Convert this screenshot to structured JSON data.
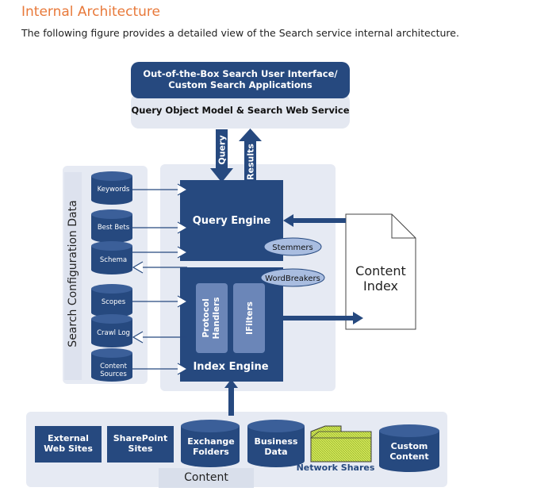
{
  "page": {
    "heading": "Internal Architecture",
    "intro": "The following figure provides a detailed view of the Search service internal architecture."
  },
  "diagram": {
    "ui_line1": "Out-of-the-Box Search User Interface/",
    "ui_line2": "Custom Search Applications",
    "om_label": "Query Object Model & Search Web Service",
    "query_arrow": "Query",
    "results_arrow": "Results",
    "config_title": "Search Configuration Data",
    "config_items": [
      "Keywords",
      "Best Bets",
      "Schema",
      "Scopes",
      "Crawl Log",
      [
        "Content",
        "Sources"
      ]
    ],
    "query_engine": "Query Engine",
    "index_engine": "Index Engine",
    "stemmers": "Stemmers",
    "wordbreakers": "WordBreakers",
    "protocol_handlers": [
      "Protocol",
      "Handlers"
    ],
    "ifilters": "IFilters",
    "content_index": [
      "Content",
      "Index"
    ],
    "content_label": "Content",
    "sources": {
      "external": [
        "External",
        "Web Sites"
      ],
      "sharepoint": [
        "SharePoint",
        "Sites"
      ],
      "exchange": [
        "Exchange",
        "Folders"
      ],
      "business": [
        "Business",
        "Data"
      ],
      "network": "Network Shares",
      "custom": [
        "Custom",
        "Content"
      ]
    }
  },
  "colors": {
    "navy": "#26497f",
    "light_bg": "#e8ecf4",
    "panel_bg": "#dfe4ef",
    "oval": "#a9bde0",
    "folder": "#c8e04a",
    "heading": "#e8793a"
  }
}
